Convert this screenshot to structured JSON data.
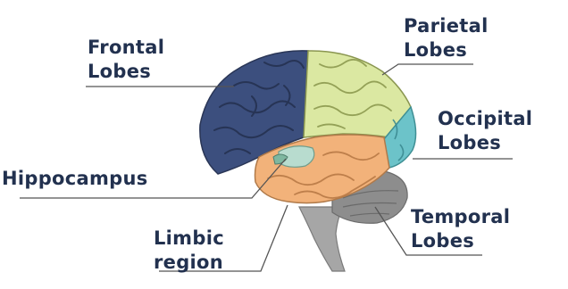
{
  "labels": {
    "frontal": [
      "Frontal",
      "Lobes"
    ],
    "parietal": [
      "Parietal",
      "Lobes"
    ],
    "occipital": [
      "Occipital",
      "Lobes"
    ],
    "hippocampus": "Hippocampus",
    "limbic": [
      "Limbic",
      "region"
    ],
    "temporal": [
      "Temporal",
      "Lobes"
    ]
  },
  "colors": {
    "text": "#22314f",
    "leader_line": "#555555",
    "frontal": "#3c4f7e",
    "parietal": "#dbe8a2",
    "occipital": "#6cc3c9",
    "temporal": "#f2b27a",
    "limbic": "#b8dccf",
    "cerebellum": "#8d8d8d",
    "brainstem": "#a6a6a6"
  }
}
